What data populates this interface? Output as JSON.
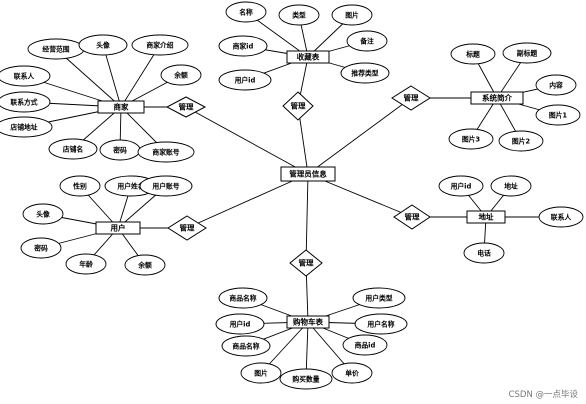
{
  "diagram": {
    "center_entity": "管理员信息",
    "watermark": "CSDN @一点毕设",
    "groups": {
      "merchant": {
        "entity": "商家",
        "relation": "管理",
        "attributes": [
          "经营范围",
          "头像",
          "商家介绍",
          "联系人",
          "联系方式",
          "余额",
          "店铺地址",
          "店铺名",
          "密码",
          "商家账号"
        ]
      },
      "product": {
        "entity": "收藏表",
        "relation": "管理",
        "attributes": [
          "名称",
          "类型",
          "图片",
          "商家id",
          "备注",
          "用户id",
          "推荐类型"
        ]
      },
      "system": {
        "entity": "系统简介",
        "relation": "管理",
        "attributes": [
          "标题",
          "副标题",
          "内容",
          "图片1",
          "图片2",
          "图片3"
        ]
      },
      "user": {
        "entity": "用户",
        "relation": "管理",
        "attributes": [
          "性别",
          "用户姓名",
          "用户账号",
          "头像",
          "密码",
          "年龄",
          "余额"
        ]
      },
      "address": {
        "entity": "地址",
        "relation": "管理",
        "attributes": [
          "用户id",
          "地址",
          "联系人",
          "电话"
        ]
      },
      "shop": {
        "entity": "购物车表",
        "relation": "管理",
        "attributes": [
          "商品名称",
          "用户类型",
          "用户id",
          "用户名称",
          "商品名称",
          "商品id",
          "图片",
          "购买数量",
          "单价"
        ]
      }
    }
  }
}
